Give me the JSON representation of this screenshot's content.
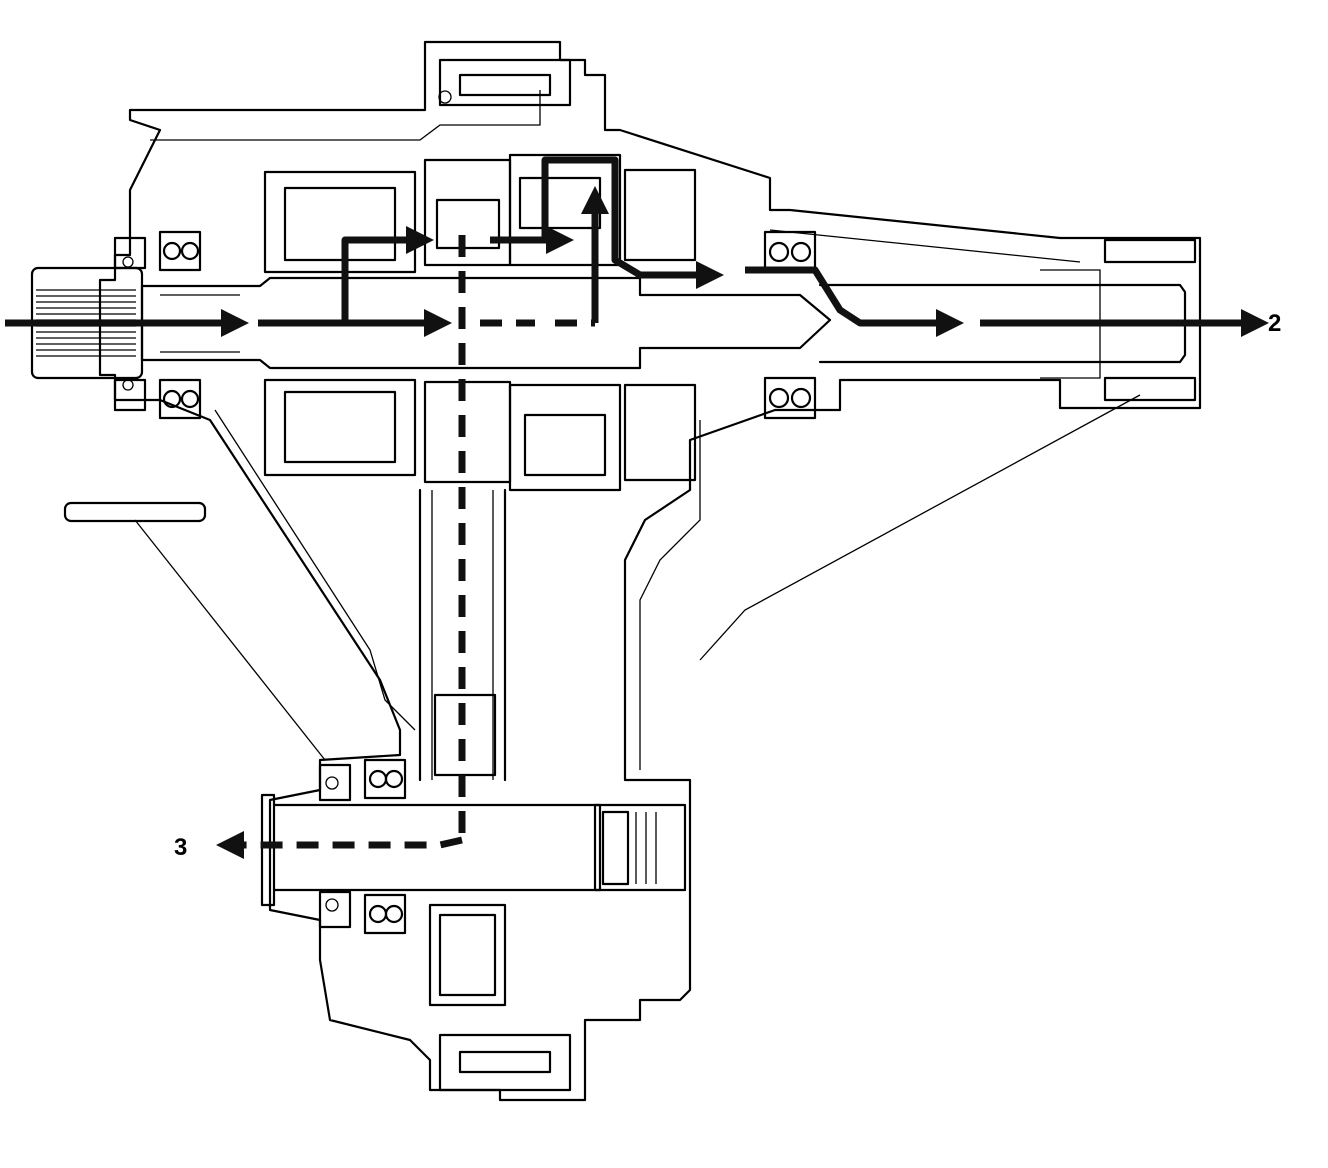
{
  "callouts": [
    {
      "id": "2",
      "label": "2"
    },
    {
      "id": "3",
      "label": "3"
    }
  ],
  "colors": {
    "line": "#000000",
    "background": "#ffffff"
  }
}
